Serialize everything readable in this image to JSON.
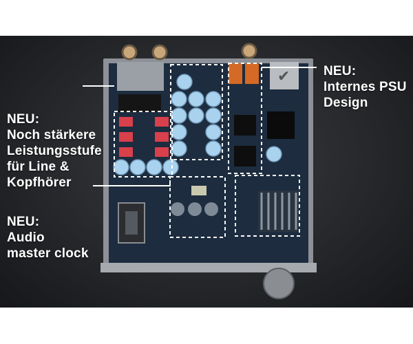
{
  "callouts": [
    {
      "heading": "NEU:",
      "lines": [
        "Noch stärkere",
        "Leistungsstufe",
        "für Line &",
        "Kopfhörer"
      ]
    },
    {
      "heading": "NEU:",
      "lines": [
        "Audio",
        "master clock"
      ]
    },
    {
      "heading": "NEU:",
      "lines": [
        "Internes PSU",
        "Design"
      ]
    }
  ],
  "colors": {
    "text": "#ffffff",
    "pcb": "#1e3550",
    "highlight_border": "#ffffff",
    "relay_red": "#d8404c",
    "capacitor_blue": "#a9d2ee",
    "jack_orange": "#d46a25"
  }
}
